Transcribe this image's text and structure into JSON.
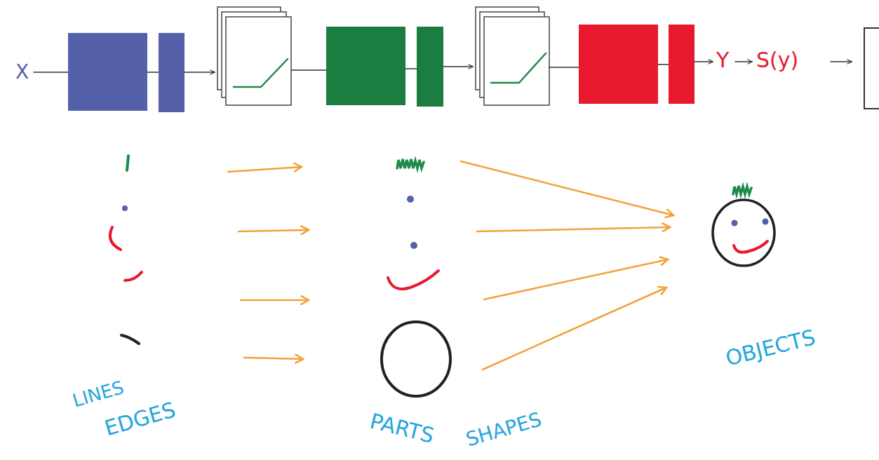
{
  "diagram": {
    "labels": [
      "X",
      "Y",
      "S(y)",
      "LINES",
      "EDGES",
      "PARTS",
      "SHAPES",
      "OBJECTS"
    ]
  }
}
